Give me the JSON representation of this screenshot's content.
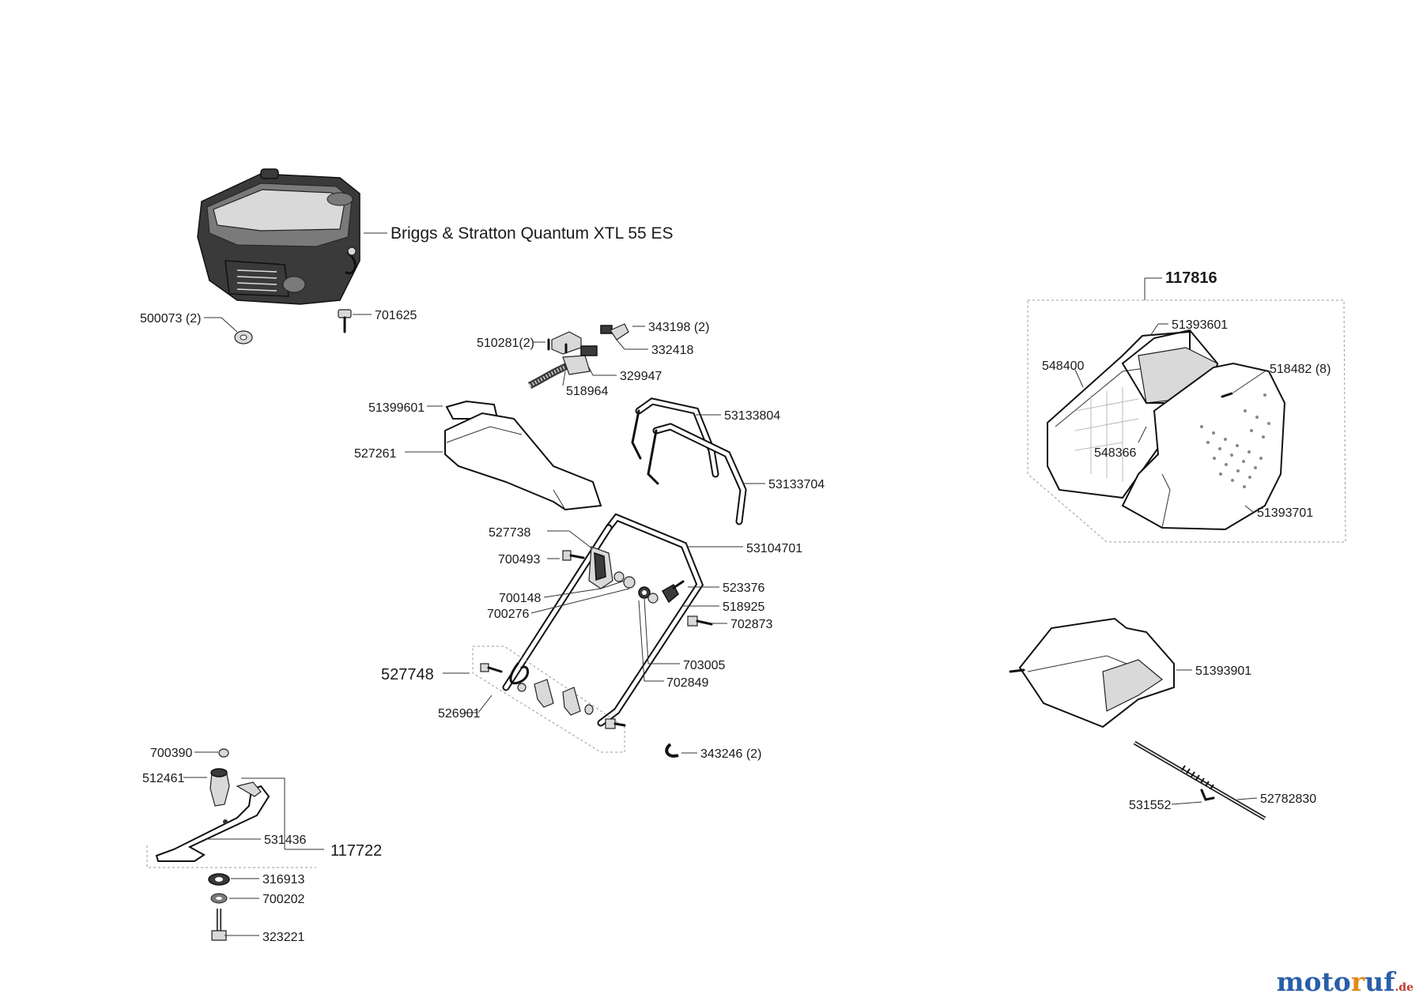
{
  "engine": {
    "title": "Briggs & Stratton Quantum XTL 55 ES"
  },
  "labels": {
    "p500073": "500073 (2)",
    "p701625": "701625",
    "p343198": "343198 (2)",
    "p510281": "510281(2)",
    "p332418": "332418",
    "p329947": "329947",
    "p518964": "518964",
    "p51399601": "51399601",
    "p527261": "527261",
    "p53133804": "53133804",
    "p53133704": "53133704",
    "p527738": "527738",
    "p700493": "700493",
    "p53104701": "53104701",
    "p523376": "523376",
    "p700148": "700148",
    "p700276": "700276",
    "p518925": "518925",
    "p702873": "702873",
    "p703005": "703005",
    "p702849": "702849",
    "p527748": "527748",
    "p526901": "526901",
    "p343246": "343246 (2)",
    "p700390": "700390",
    "p512461": "512461",
    "p531436": "531436",
    "p117722": "117722",
    "p316913": "316913",
    "p700202": "700202",
    "p323221": "323221",
    "p117816": "117816",
    "p51393601": "51393601",
    "p548400": "548400",
    "p518482": "518482 (8)",
    "p548366": "548366",
    "p51393701": "51393701",
    "p51393901": "51393901",
    "p531552": "531552",
    "p52782830": "52782830"
  },
  "logo": {
    "part1": "moto",
    "part2": "r",
    "part3": "uf",
    "tld": ".de"
  },
  "colors": {
    "logo_blue": "#2a5fa8",
    "logo_orange": "#e08a1b",
    "logo_red": "#c0392b"
  }
}
